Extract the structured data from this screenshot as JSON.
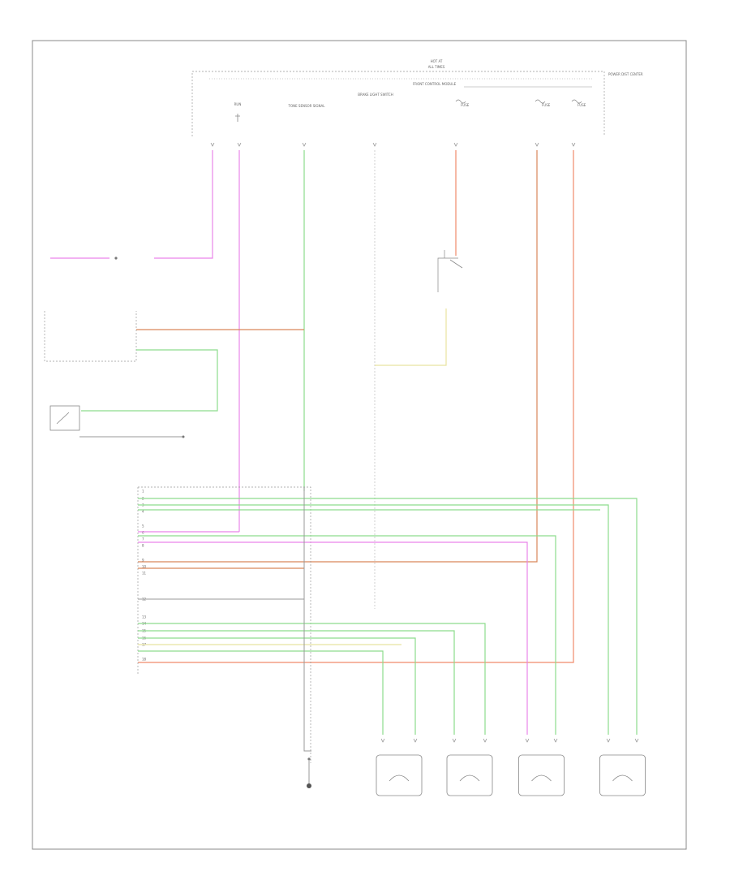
{
  "colors": {
    "violet": "#e985e9",
    "green": "#8ddc8d",
    "orange": "#d9865a",
    "red_orange": "#f08a6a",
    "yellow": "#e8e3a0",
    "gray": "#999999",
    "light_green": "#b8e6b0"
  },
  "diagram": {
    "page_code": "",
    "fuse_box": {
      "title_1": "HOT AT",
      "title_2": "ALL TIMES",
      "left_label": "FRONT CONTROL MODULE",
      "right_label": "POWER DIST CENTER",
      "fuse_1": "FUSE",
      "fuse_2": "FUSE",
      "fuse_3": "FUSE"
    },
    "top_labels": {
      "col1": "",
      "col2": "RUN",
      "col3": "TONE SENSOR SIGNAL",
      "col4": "BRAKE LIGHT SWITCH",
      "col5": "",
      "col6": ""
    },
    "connectors": {
      "c1": "",
      "c2": "",
      "c3": "",
      "c4": "",
      "c5": "",
      "c6": ""
    },
    "wire_codes": {
      "w1": "",
      "w2": "",
      "w3": "",
      "w4": "",
      "w5": "",
      "w6": ""
    },
    "left_blocks": {
      "splice_label": "",
      "splice_desc": "",
      "diag_label": "",
      "bcm_tone_out": "",
      "bcm_traction_led": "",
      "bcm_title": "",
      "traction_switch": "",
      "ground_ref": ""
    },
    "middle_notes": {
      "note_tone": "",
      "note_brake": "",
      "brake_switch_note": ""
    },
    "module_title": "",
    "ground_label": "",
    "pin_rows": [
      {
        "pin": "1",
        "name": "",
        "code": "",
        "color": ""
      },
      {
        "pin": "2",
        "name": "",
        "code": "",
        "color": ""
      },
      {
        "pin": "3",
        "name": "",
        "code": "",
        "color": ""
      },
      {
        "pin": "4",
        "name": "",
        "code": "",
        "color": ""
      },
      {
        "pin": "5",
        "name": "",
        "code": "",
        "color": ""
      },
      {
        "pin": "6",
        "name": "",
        "code": "",
        "color": ""
      },
      {
        "pin": "7",
        "name": "",
        "code": "",
        "color": ""
      },
      {
        "pin": "8",
        "name": "",
        "code": "",
        "color": ""
      },
      {
        "pin": "9",
        "name": "",
        "code": "",
        "color": ""
      },
      {
        "pin": "10",
        "name": "",
        "code": "",
        "color": ""
      },
      {
        "pin": "11",
        "name": "",
        "code": "",
        "color": ""
      },
      {
        "pin": "12",
        "name": "",
        "code": "",
        "color": ""
      },
      {
        "pin": "13",
        "name": "",
        "code": "",
        "color": ""
      },
      {
        "pin": "14",
        "name": "",
        "code": "",
        "color": ""
      },
      {
        "pin": "15",
        "name": "",
        "code": "",
        "color": ""
      },
      {
        "pin": "16",
        "name": "",
        "code": "",
        "color": ""
      },
      {
        "pin": "17",
        "name": "",
        "code": "",
        "color": ""
      },
      {
        "pin": "18",
        "name": "",
        "code": "",
        "color": ""
      }
    ],
    "sensors": [
      {
        "label": "",
        "sub": ""
      },
      {
        "label": "",
        "sub": ""
      },
      {
        "label": "",
        "sub": ""
      },
      {
        "label": "",
        "sub": ""
      }
    ]
  }
}
